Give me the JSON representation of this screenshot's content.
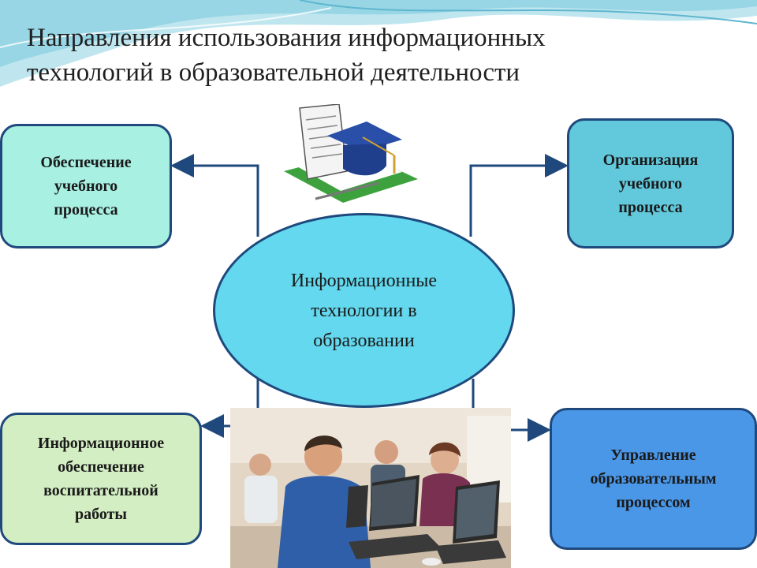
{
  "title": {
    "line1": "Направления использования информационных",
    "line2": "технологий в образовательной деятельности"
  },
  "center": {
    "line1": "Информационные",
    "line2": "технологии в",
    "line3": "образовании"
  },
  "boxes": {
    "top_left": [
      "Обеспечение",
      "учебного",
      "процесса"
    ],
    "top_right": [
      "Организация",
      "учебного",
      "процесса"
    ],
    "bottom_left": [
      "Информационное",
      "обеспечение",
      "воспитательной",
      "работы"
    ],
    "bottom_right": [
      "Управление",
      "образовательным",
      "процессом"
    ]
  },
  "icons": {
    "clipart": "graduation-cap-diploma-icon",
    "photo": "students-at-laptops-photo"
  },
  "colors": {
    "border": "#1f497d",
    "ellipse": "#63d8ee",
    "top_left": "#a8f0e2",
    "top_right": "#62c8dc",
    "bottom_left": "#d4eec3",
    "bottom_right": "#4a97e8"
  }
}
